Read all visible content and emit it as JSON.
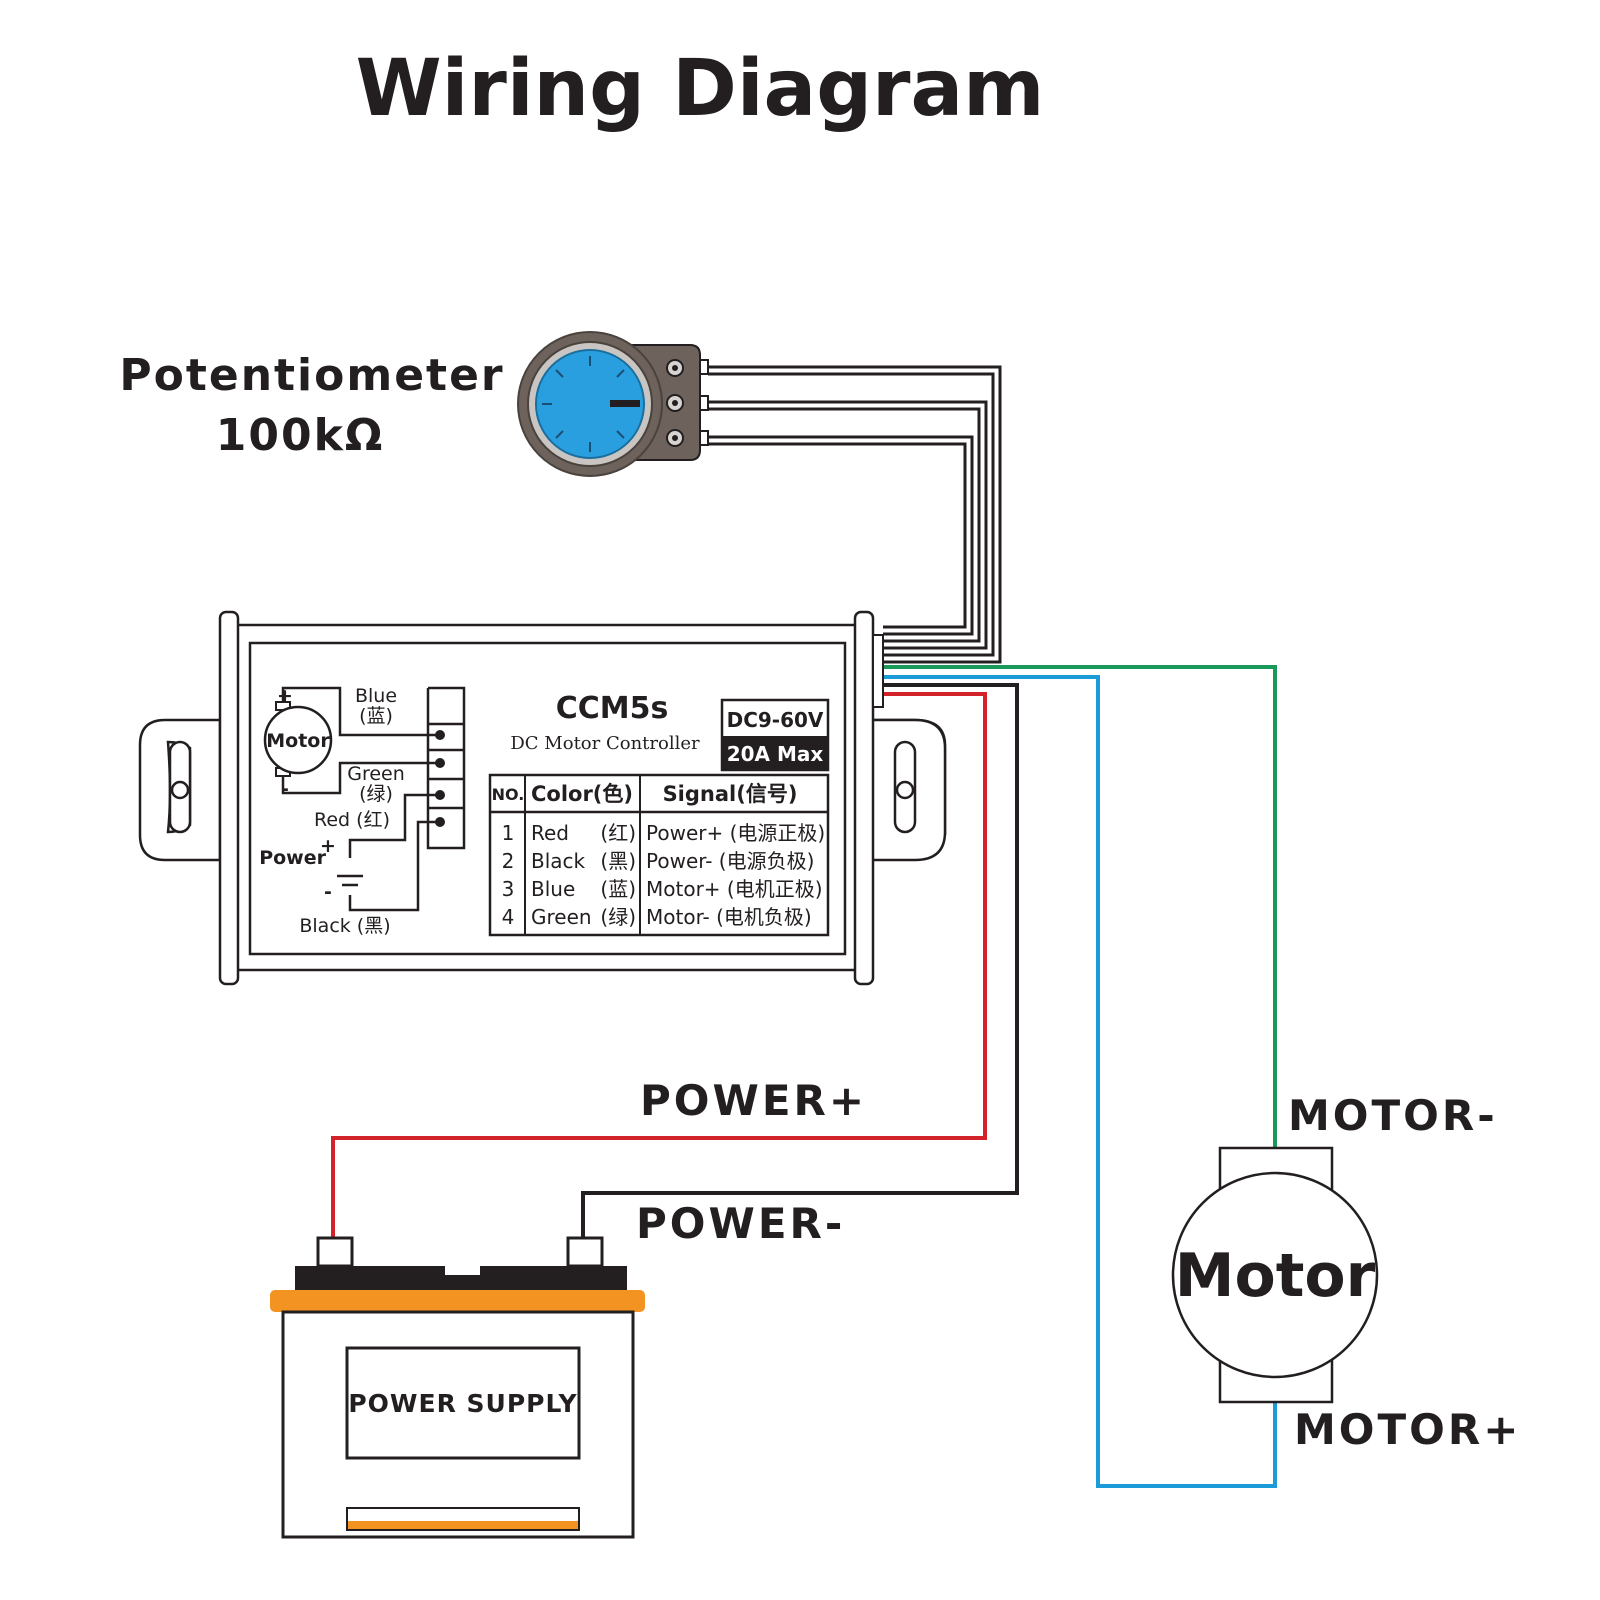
{
  "title": "Wiring Diagram",
  "potentiometer": {
    "label": "Potentiometer",
    "value": "100kΩ"
  },
  "controller": {
    "brand": "CCM5s",
    "subtitle": "DC Motor Controller",
    "voltage": "DC9-60V",
    "current": "20A Max",
    "mini_schematic": {
      "motor": "Motor",
      "motor_plus": "+",
      "motor_minus": "-",
      "blue": "Blue",
      "blue_cn": "(蓝)",
      "green": "Green",
      "green_cn": "(绿)",
      "red": "Red (红)",
      "power": "Power",
      "power_plus": "+",
      "power_minus": "-",
      "black": "Black (黑)"
    },
    "table": {
      "headers": [
        "NO.",
        "Color(色)",
        "Signal(信号)"
      ],
      "rows": [
        {
          "no": "1",
          "color": "Red",
          "color_cn": "(红)",
          "signal": "Power+ (电源正极)"
        },
        {
          "no": "2",
          "color": "Black",
          "color_cn": "(黑)",
          "signal": "Power- (电源负极)"
        },
        {
          "no": "3",
          "color": "Blue",
          "color_cn": "(蓝)",
          "signal": "Motor+ (电机正极)"
        },
        {
          "no": "4",
          "color": "Green",
          "color_cn": "(绿)",
          "signal": "Motor- (电机负极)"
        }
      ]
    }
  },
  "labels": {
    "power_plus": "POWER+",
    "power_minus": "POWER-",
    "motor_minus": "MOTOR-",
    "motor_plus": "MOTOR+"
  },
  "motor": {
    "label": "Motor"
  },
  "battery": {
    "label": "POWER SUPPLY"
  },
  "colors": {
    "red_wire": "#d2232a",
    "black_wire": "#231f20",
    "blue_wire": "#1b9bd7",
    "green_wire": "#1a9a5a",
    "battery_band": "#f39322",
    "knob": "#2a9fe0",
    "pot_body": "#6d625c"
  }
}
